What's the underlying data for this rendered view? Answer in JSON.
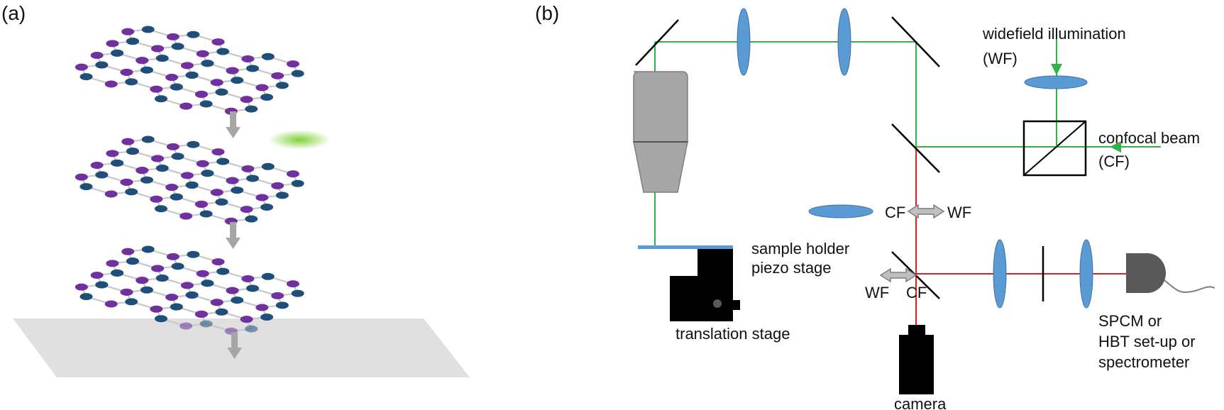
{
  "panel_a": {
    "label": "(a)",
    "atom_colors": {
      "blue": "#1f4e79",
      "purple": "#7030a0"
    },
    "bond_color": "#c8c8c8",
    "arrow_color": "#a6a6a6",
    "substrate_color": "#e0e0e0",
    "defect_color": "#7fd13a"
  },
  "panel_b": {
    "label": "(b)",
    "labels": {
      "widefield_line1": "widefield illumination",
      "widefield_line2": "(WF)",
      "confocal_line1": "confocal  beam",
      "confocal_line2": "(CF)",
      "flip_lens_cf": "CF",
      "flip_lens_wf": "WF",
      "flip_mirror_wf": "WF",
      "flip_mirror_cf": "CF",
      "sample_holder": "sample holder",
      "piezo_stage": "piezo stage",
      "translation_stage": "translation stage",
      "camera": "camera",
      "detector_line1": "SPCM or",
      "detector_line2": "HBT set-up or",
      "detector_line3": "spectrometer"
    },
    "colors": {
      "green_beam": "#33b04a",
      "red_beam": "#e02020",
      "lens": "#5b9bd5",
      "objective": "#a6a6a6",
      "black": "#000000",
      "detector": "#595959"
    }
  }
}
